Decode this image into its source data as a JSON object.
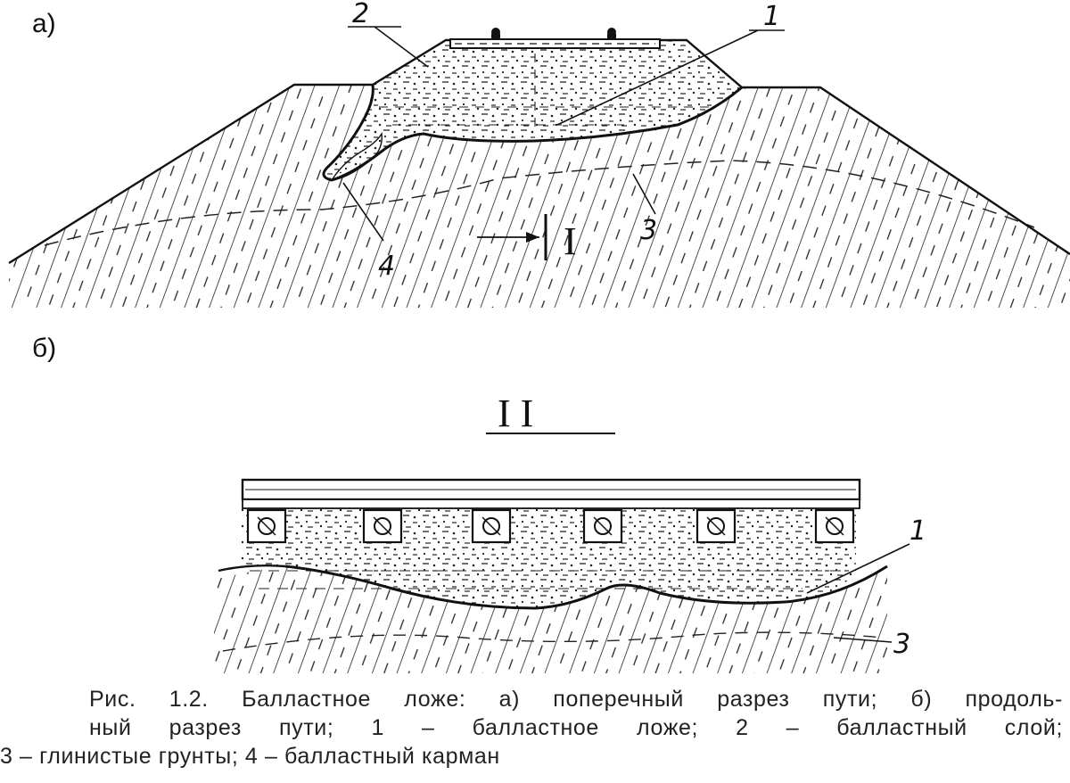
{
  "labels": {
    "part_a": "а)",
    "part_b": "б)",
    "section_mark": "I",
    "section_title": "I  I",
    "a_num_1": "1",
    "a_num_2": "2",
    "a_num_3": "3",
    "a_num_4": "4",
    "b_num_1": "1",
    "b_num_3": "3"
  },
  "caption": {
    "line1": "Рис. 1.2. Балластное ложе: а) поперечный разрез пути; б) продоль-",
    "line2": "ный разрез пути; 1 – балластное ложе; 2 – балластный слой;",
    "line3": "3 – глинистые грунты; 4 – балластный карман"
  },
  "colors": {
    "ink": "#111111",
    "caption_text": "#222222",
    "background": "#ffffff"
  }
}
